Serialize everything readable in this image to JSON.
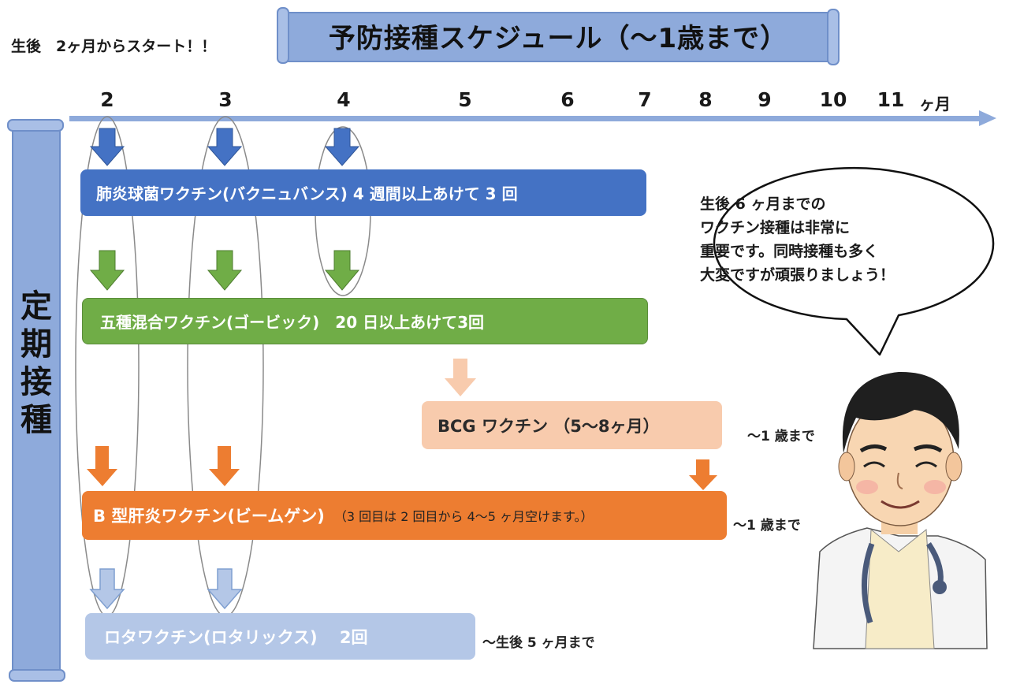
{
  "title": "予防接種スケジュール（〜1歳まで）",
  "start_note": "生後　2ヶ月からスタート！！",
  "timeline": {
    "months": [
      "2",
      "3",
      "4",
      "5",
      "6",
      "7",
      "8",
      "9",
      "10",
      "11"
    ],
    "unit": "ヶ月"
  },
  "side_label": [
    "定",
    "期",
    "接",
    "種"
  ],
  "vaccines": {
    "pneumo": {
      "label": "肺炎球菌ワクチン(バクニュバンス) 4 週間以上あけて 3 回",
      "color": "#4472c4"
    },
    "penta": {
      "label": "五種混合ワクチン(ゴービック)　20 日以上あけて3回",
      "color": "#70ad47"
    },
    "bcg": {
      "label": "BCG ワクチン （5〜8ヶ月）",
      "color": "#f8cbad",
      "limit": "〜1 歳まで"
    },
    "hepb": {
      "label": "B 型肝炎ワクチン(ビームゲン)",
      "note": "（3 回目は 2 回目から 4〜5 ヶ月空けます。）",
      "color": "#ed7d31",
      "limit": "〜1 歳まで"
    },
    "rota": {
      "label": "ロタワクチン(ロタリックス)　 2回",
      "color": "#b4c7e7",
      "limit": "〜生後 5 ヶ月まで"
    }
  },
  "speech_bubble": [
    "生後 6 ヶ月までの",
    "ワクチン接種は非常に",
    "重要です。同時接種も多く",
    "大変ですが頑張りましょう！"
  ]
}
